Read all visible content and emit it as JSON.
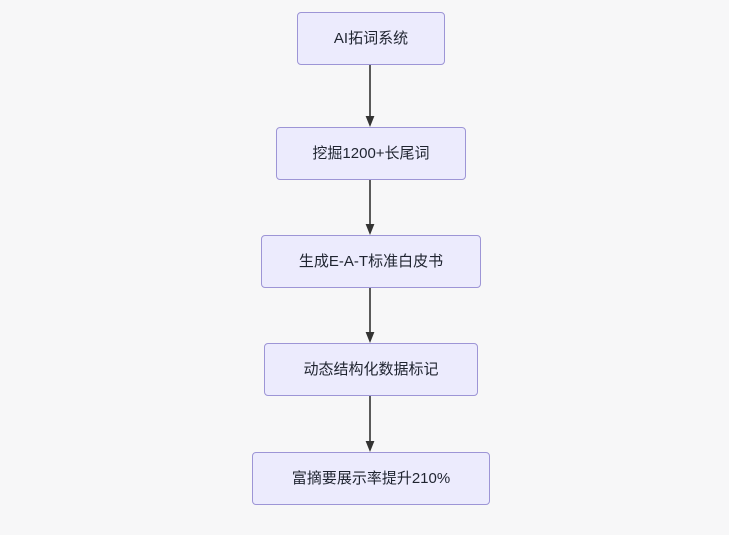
{
  "diagram": {
    "type": "flowchart",
    "direction": "top-to-bottom",
    "style": {
      "background": "#f7f7f8",
      "node_fill": "#ecebfd",
      "node_border": "#9d95d6",
      "edge_color": "#333333",
      "text_color": "#1f2430"
    },
    "nodes": [
      {
        "id": "n1",
        "label": "AI拓词系统"
      },
      {
        "id": "n2",
        "label": "挖掘1200+长尾词"
      },
      {
        "id": "n3",
        "label": "生成E-A-T标准白皮书"
      },
      {
        "id": "n4",
        "label": "动态结构化数据标记"
      },
      {
        "id": "n5",
        "label": "富摘要展示率提升210%"
      }
    ],
    "edges": [
      {
        "from": "n1",
        "to": "n2",
        "label": ""
      },
      {
        "from": "n2",
        "to": "n3",
        "label": ""
      },
      {
        "from": "n3",
        "to": "n4",
        "label": ""
      },
      {
        "from": "n4",
        "to": "n5",
        "label": ""
      }
    ]
  }
}
